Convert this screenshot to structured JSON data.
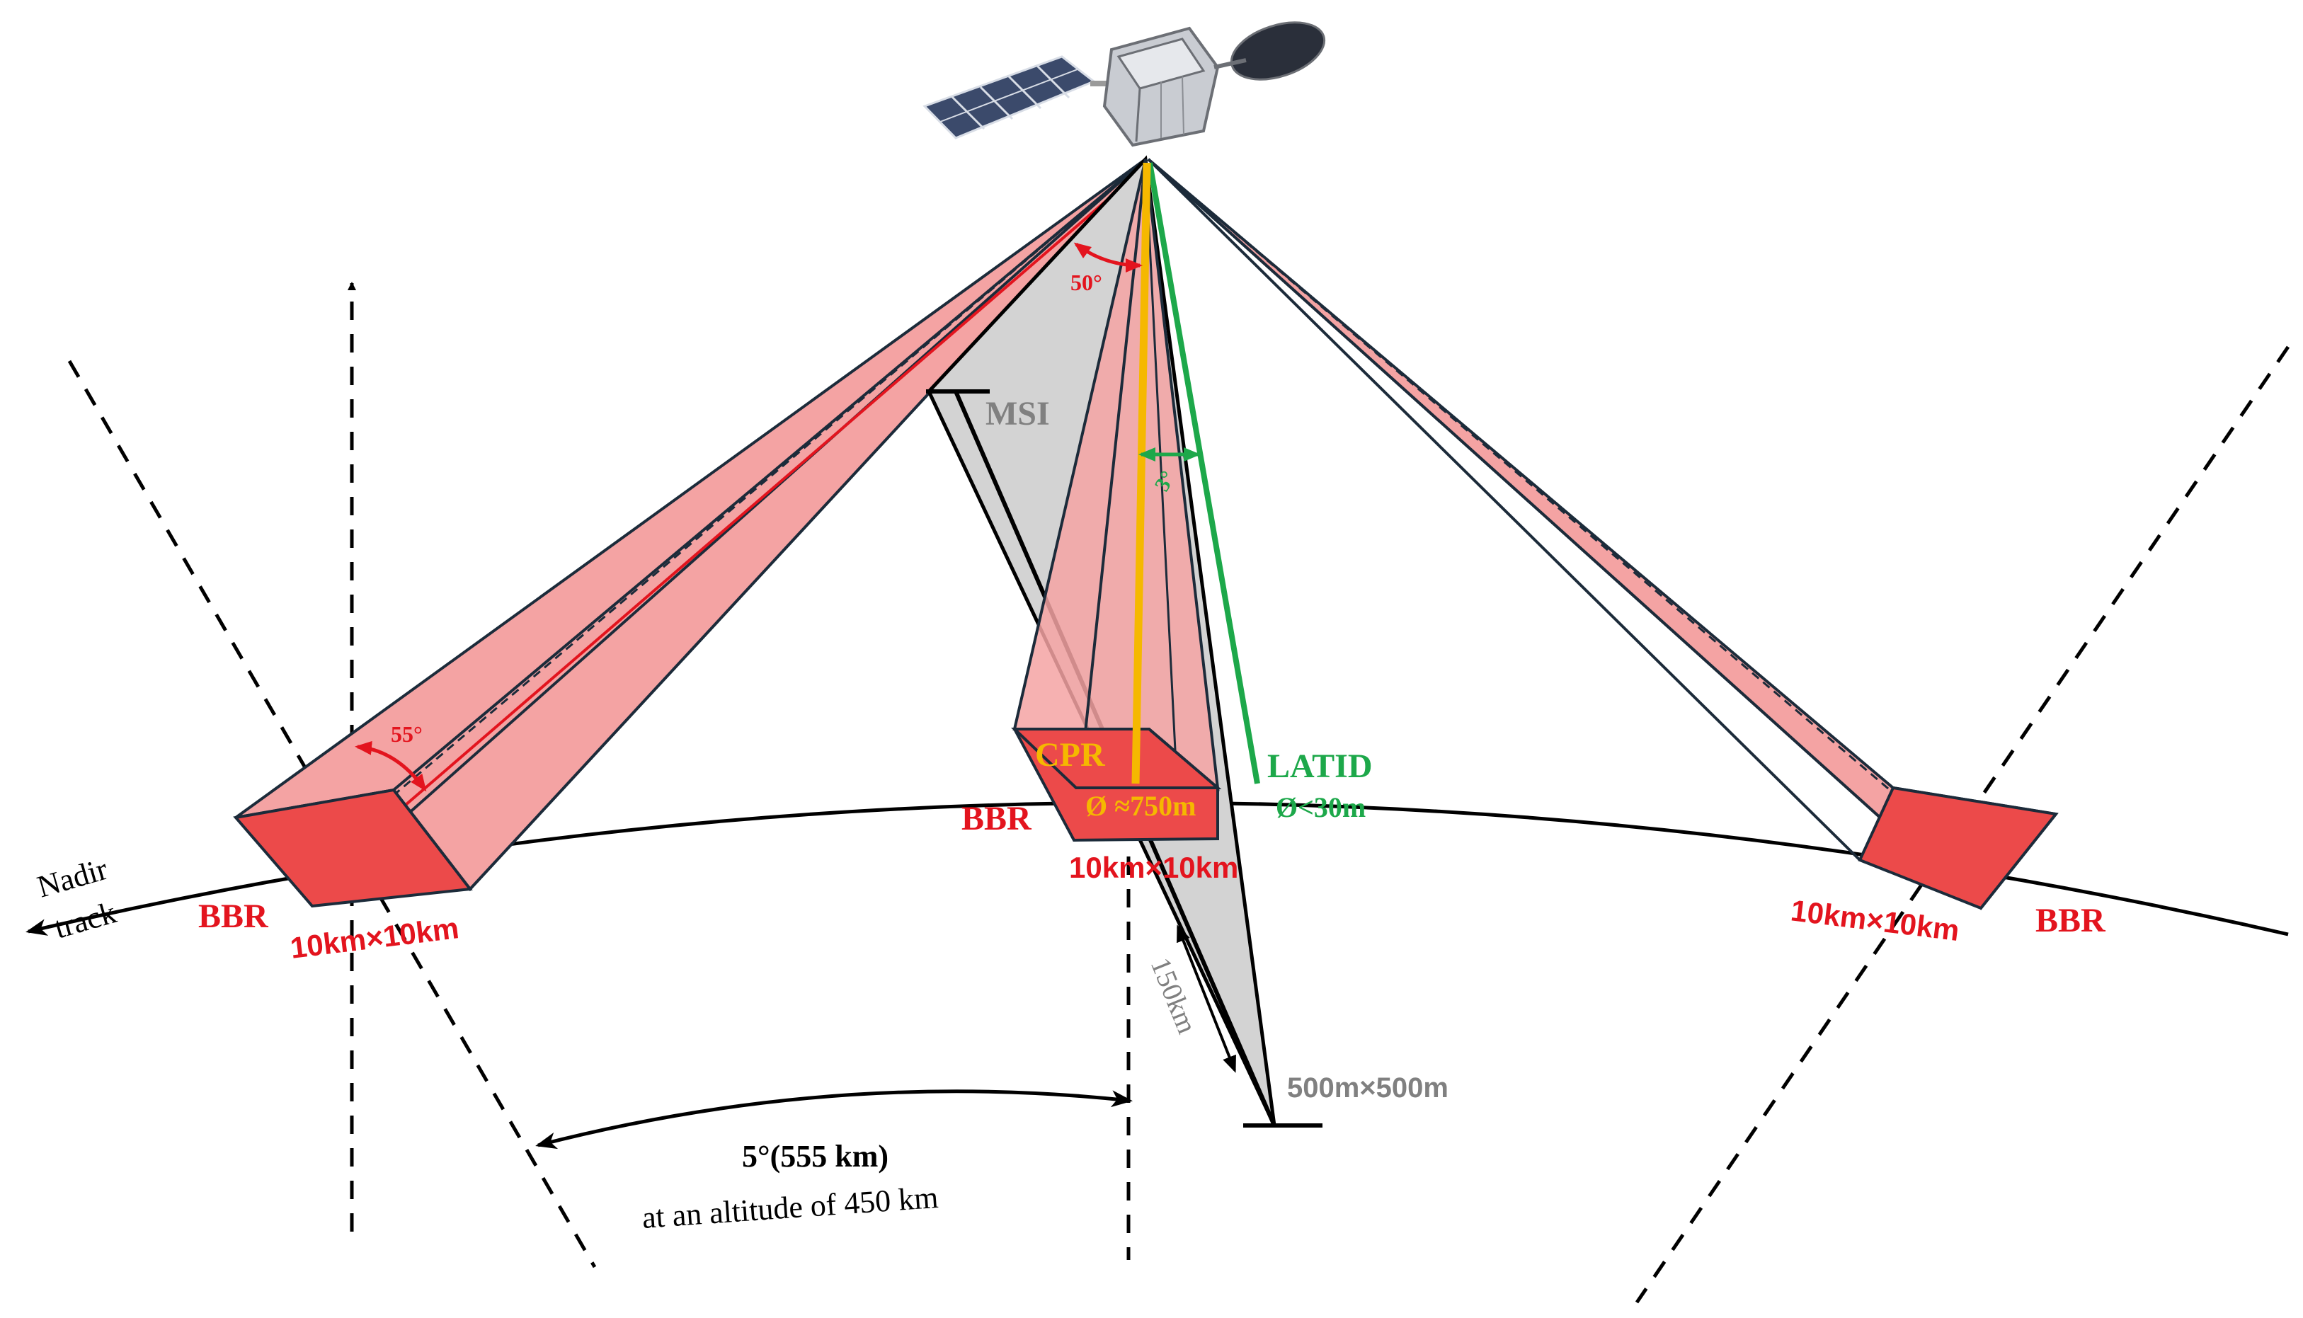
{
  "colors": {
    "beam_fill": "#f4a3a3",
    "footprint_fill": "#ec4a4a",
    "outline": "#1c2b3a",
    "bbr_text": "#e3141e",
    "cpr": "#f5b800",
    "latid": "#1da84a",
    "msi_fill": "#d3d3d3",
    "msi_text": "#808080",
    "black": "#000000"
  },
  "instruments": {
    "bbr": "BBR",
    "cpr": "CPR",
    "latid": "LATID",
    "msi": "MSI"
  },
  "labels": {
    "bbr_footprint": "10km×10km",
    "cpr_diameter": "Ø ≈750m",
    "latid_diameter": "Ø<30m",
    "msi_pixel": "500m×500m",
    "msi_swath": "150km",
    "angle_50": "50°",
    "angle_55": "55°",
    "angle_3": "3°",
    "nadir_line1": "Nadir",
    "nadir_line2": "track",
    "offset_angle": "5°(555 km)",
    "altitude": "at an altitude of 450 km"
  },
  "icons": {
    "satellite": "satellite-icon"
  }
}
